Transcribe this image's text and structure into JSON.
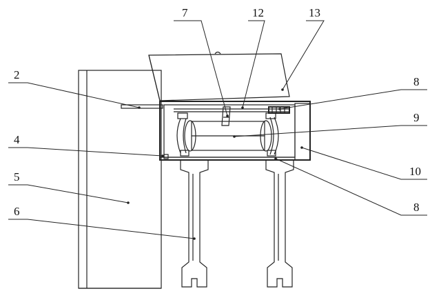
{
  "figure": {
    "labels": {
      "l7": "7",
      "l12": "12",
      "l13": "13",
      "l2": "2",
      "l8a": "8",
      "l9": "9",
      "l4": "4",
      "l5": "5",
      "l10": "10",
      "l6": "6",
      "l8b": "8"
    }
  }
}
